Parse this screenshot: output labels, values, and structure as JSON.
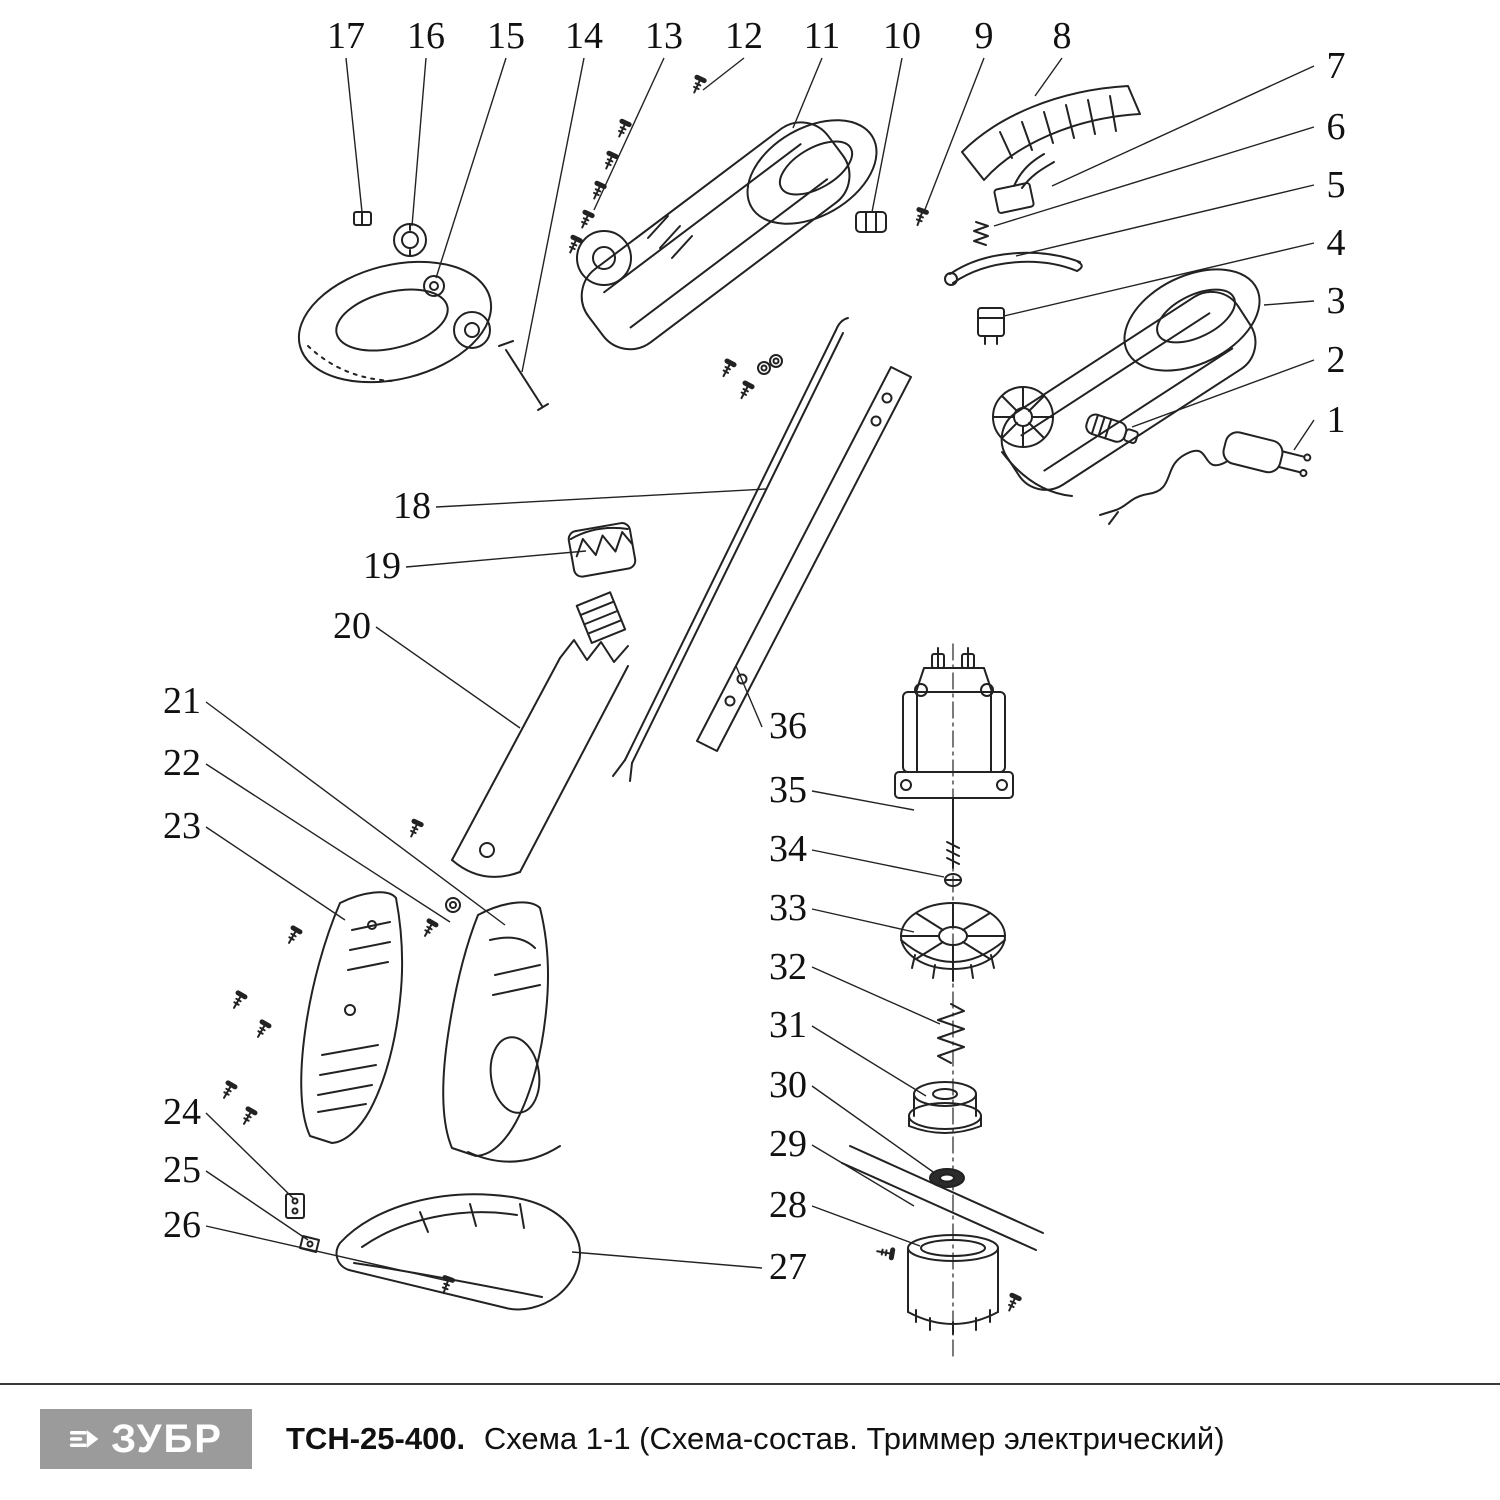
{
  "diagram": {
    "callouts": [
      {
        "label": "1"
      },
      {
        "label": "2"
      },
      {
        "label": "3"
      },
      {
        "label": "4"
      },
      {
        "label": "5"
      },
      {
        "label": "6"
      },
      {
        "label": "7"
      },
      {
        "label": "8"
      },
      {
        "label": "9"
      },
      {
        "label": "10"
      },
      {
        "label": "11"
      },
      {
        "label": "12"
      },
      {
        "label": "13"
      },
      {
        "label": "14"
      },
      {
        "label": "15"
      },
      {
        "label": "16"
      },
      {
        "label": "17"
      },
      {
        "label": "18"
      },
      {
        "label": "19"
      },
      {
        "label": "20"
      },
      {
        "label": "21"
      },
      {
        "label": "22"
      },
      {
        "label": "23"
      },
      {
        "label": "24"
      },
      {
        "label": "25"
      },
      {
        "label": "26"
      },
      {
        "label": "27"
      },
      {
        "label": "28"
      },
      {
        "label": "29"
      },
      {
        "label": "30"
      },
      {
        "label": "31"
      },
      {
        "label": "32"
      },
      {
        "label": "33"
      },
      {
        "label": "34"
      },
      {
        "label": "35"
      },
      {
        "label": "36"
      }
    ]
  },
  "footer": {
    "brand": "ЗУБР",
    "model": "ТСН-25-400.",
    "subtitle": "Схема 1-1 (Схема-состав. Триммер электрический)"
  },
  "colors": {
    "line": "#222222",
    "logo_background": "#9b9b9b",
    "logo_text": "#ffffff",
    "text": "#111111"
  }
}
